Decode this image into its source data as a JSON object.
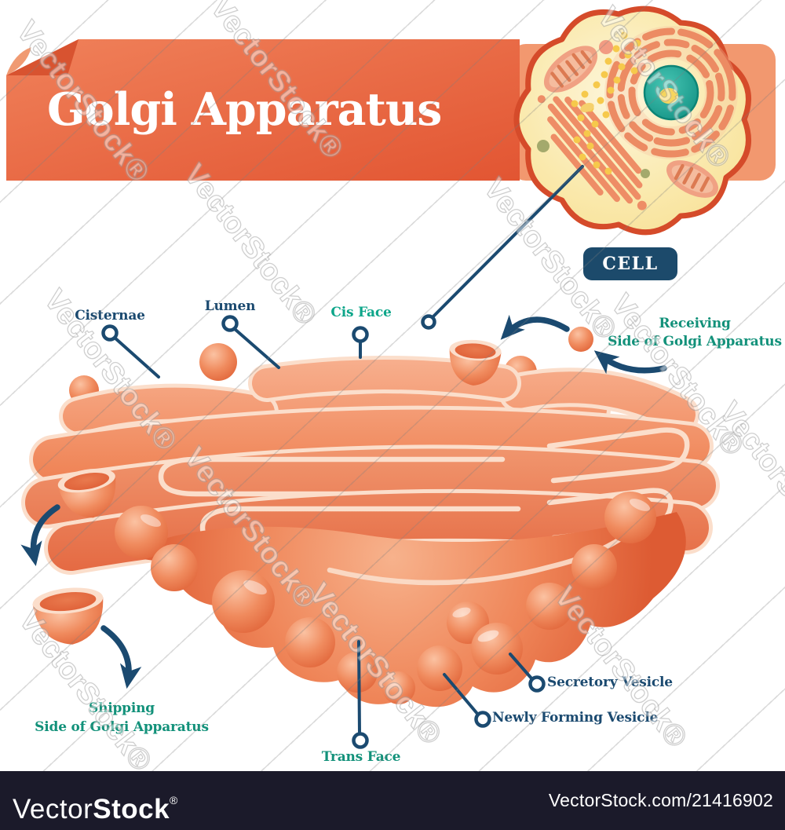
{
  "title": "Golgi Apparatus",
  "cell": {
    "badge": "CELL"
  },
  "labels": {
    "cisternae": "Cisternae",
    "lumen": "Lumen",
    "cis_face": "Cis Face",
    "receiving_side": "Receiving\nSide of Golgi Apparatus",
    "shipping_side": "Shipping\nSide of Golgi Apparatus",
    "secretory_vesicle": "Secretory Vesicle",
    "newly_forming_vesicle": "Newly Forming Vesicle",
    "trans_face": "Trans Face"
  },
  "watermark": {
    "text": "VectorStock®"
  },
  "footer": {
    "brand_vector": "Vector",
    "brand_stock": "Stock",
    "registered": "®",
    "credit": "VectorStock.com/21416902"
  },
  "colors": {
    "banner_orange": "#E8633C",
    "banner_light_band": "#F2986F",
    "label_navy": "#1B4A70",
    "label_teal": "#12917A",
    "cis_face_teal": "#0DA68A",
    "golgi_salmon_light": "#F7B28C",
    "golgi_salmon_dark": "#DE5C33",
    "rim_cream": "#FBDECB",
    "cell_yellow": "#FAE8A6",
    "cell_border": "#D54B2A",
    "nucleus_teal": "#1BA392",
    "nucleolus_yellow": "#F6D55C",
    "footer_bg": "#1B1A2A"
  }
}
